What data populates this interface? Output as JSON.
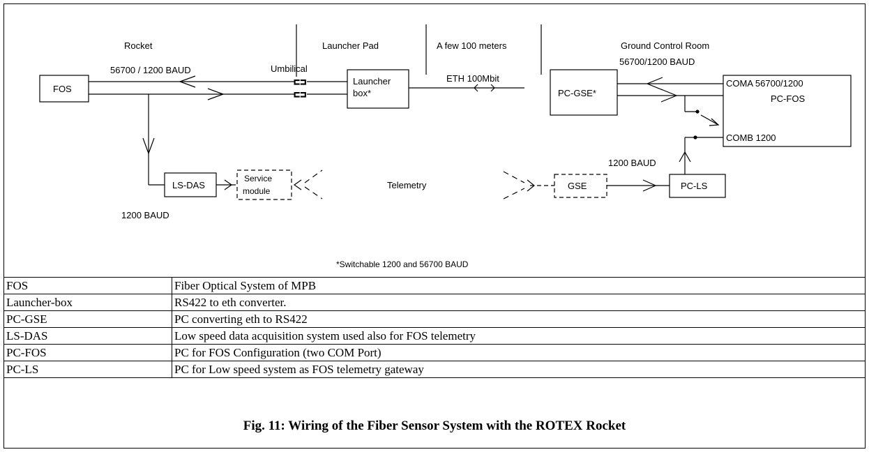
{
  "diagram": {
    "zones": {
      "rocket": "Rocket",
      "launcher_pad": "Launcher Pad",
      "distance": "A few 100 meters",
      "ground_control": "Ground Control Room"
    },
    "labels": {
      "baud_left": "56700 / 1200 BAUD",
      "umbilical": "Umbilical",
      "eth": "ETH 100Mbit",
      "baud_right": "56700/1200 BAUD",
      "baud_1200_right": "1200 BAUD",
      "baud_1200_left": "1200 BAUD",
      "telemetry": "Telemetry",
      "footnote": "*Switchable  1200 and 56700 BAUD"
    },
    "nodes": {
      "fos": "FOS",
      "launcher_box_line1": "Launcher",
      "launcher_box_line2": "box*",
      "pc_gse": "PC-GSE*",
      "pc_fos_coma": "COMA  56700/1200",
      "pc_fos_name": "PC-FOS",
      "pc_fos_comb": "COMB 1200",
      "ls_das": "LS-DAS",
      "service_line1": "Service",
      "service_line2": "module",
      "gse": "GSE",
      "pc_ls": "PC-LS"
    }
  },
  "legend": [
    {
      "term": "FOS",
      "description": "Fiber Optical System of MPB"
    },
    {
      "term": "Launcher-box",
      "description": "RS422 to eth converter."
    },
    {
      "term": "PC-GSE",
      "description": "PC converting eth to RS422"
    },
    {
      "term": "LS-DAS",
      "description": "Low speed data acquisition system used also for FOS telemetry"
    },
    {
      "term": "PC-FOS",
      "description": "PC for FOS Configuration (two COM Port)"
    },
    {
      "term": "PC-LS",
      "description": "PC for Low speed system as  FOS telemetry gateway"
    }
  ],
  "caption": "Fig. 11: Wiring of the Fiber Sensor System with the ROTEX Rocket"
}
